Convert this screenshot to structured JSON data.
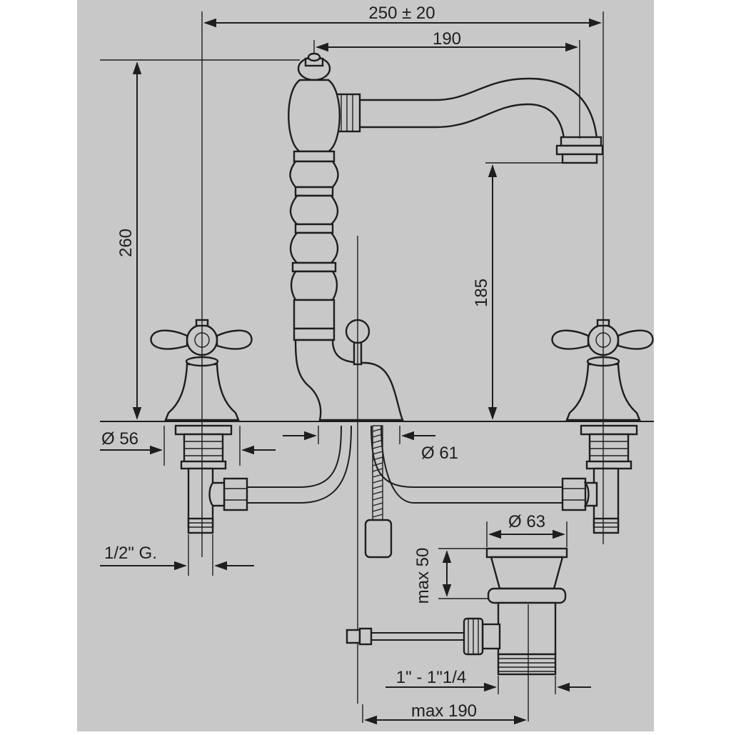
{
  "drawing": {
    "background": "#c8c8c8",
    "line_color": "#1e1e1e",
    "dimensions": {
      "overall_width": "250 ± 20",
      "spout_reach": "190",
      "total_height": "260",
      "spout_height": "185",
      "handle_base_diameter": "Ø 56",
      "spout_base_diameter": "Ø 61",
      "waste_diameter": "Ø 63",
      "waste_height": "max 50",
      "inlet_thread": "1/2\" G.",
      "waste_thread": "1\" - 1\"1/4",
      "rod_reach": "max 190"
    }
  }
}
